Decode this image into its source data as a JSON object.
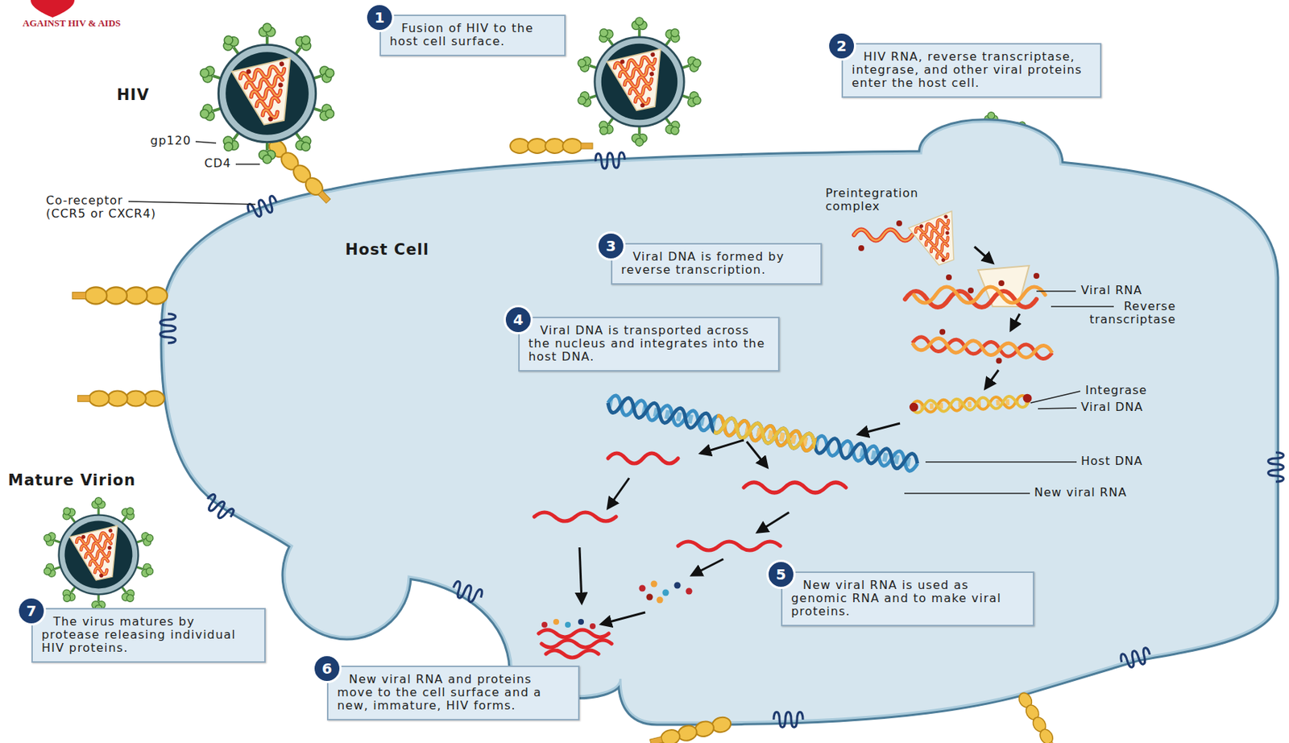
{
  "diagram": {
    "nodes": [
      {
        "text": [
          "1",
          "Fusion of HIV to the host cell surface."
        ]
      },
      {
        "text": [
          "2",
          "HIV RNA, reverse transcriptase, integrase, and other viral proteins enter the host cell."
        ]
      },
      {
        "text": [
          "3",
          "Viral DNA is formed by reverse transcription."
        ]
      },
      {
        "text": [
          "4",
          "Viral DNA is transported across the nucleus and integrates into the host DNA."
        ]
      },
      {
        "text": [
          "5",
          "New viral RNA is used as genomic RNA and to make viral proteins."
        ]
      },
      {
        "text": [
          "6",
          "New viral RNA and proteins move to the cell surface and a new, immature, HIV forms."
        ]
      },
      {
        "text": [
          "7",
          "The virus matures by protease releasing individual HIV proteins."
        ]
      }
    ],
    "labels": [
      "AGAINST HIV & AIDS",
      "HIV",
      "gp120",
      "CD4",
      "Co-receptor (CCR5 or CXCR4)",
      "Host Cell",
      "Preintegration complex",
      "Viral RNA",
      "Reverse transcriptase",
      "Integrase",
      "Viral DNA",
      "Host DNA",
      "New viral RNA",
      "Mature Virion"
    ]
  }
}
